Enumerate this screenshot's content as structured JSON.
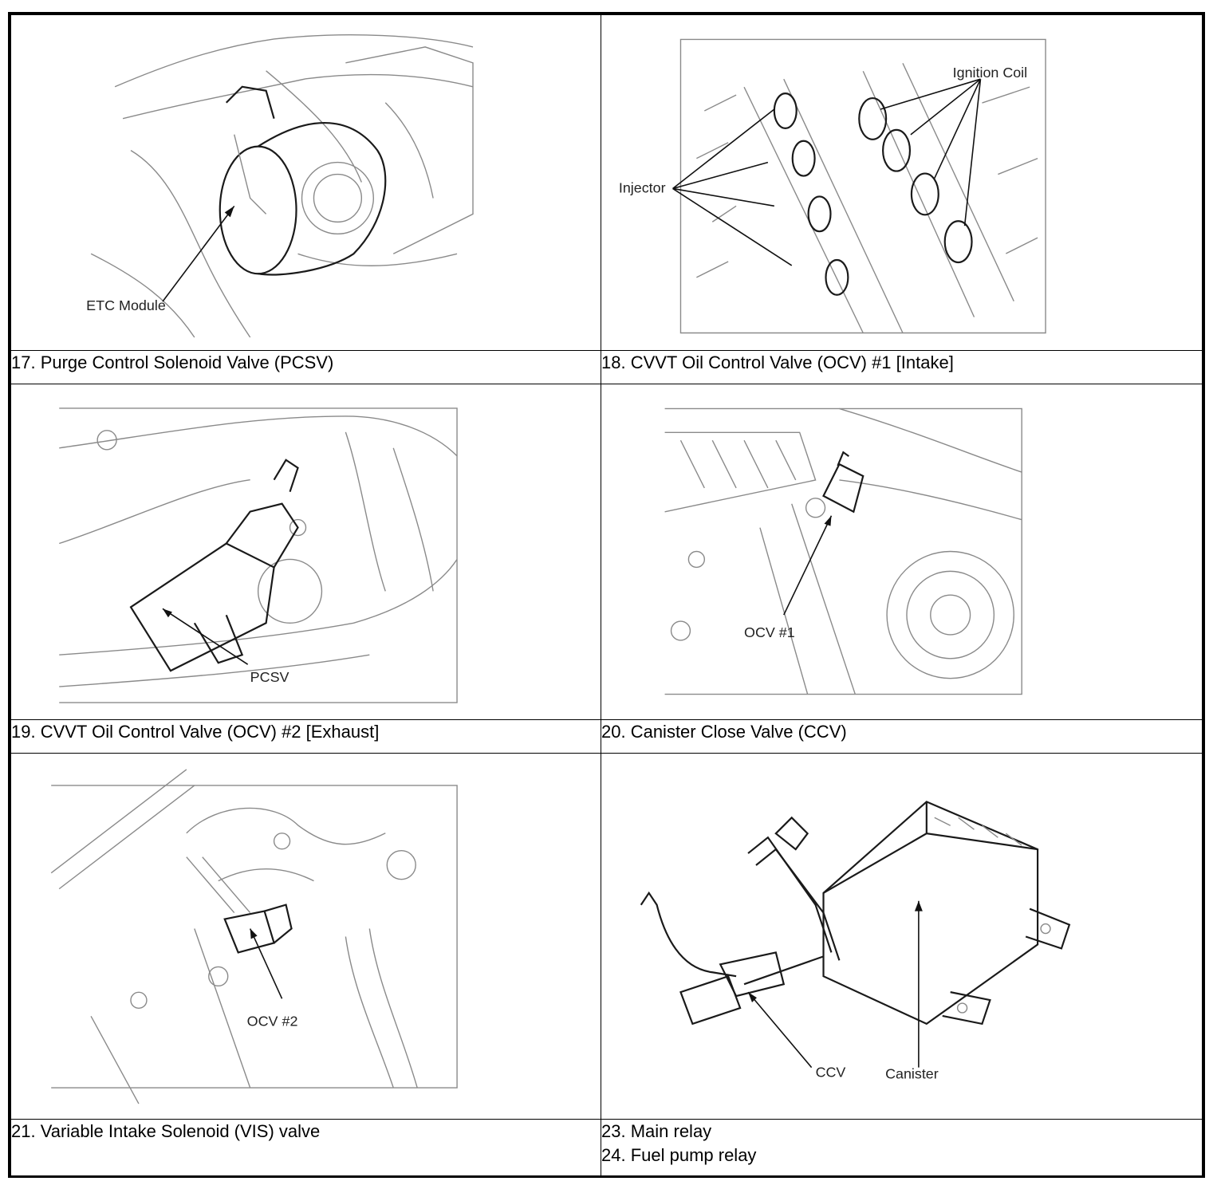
{
  "captions": {
    "r1c1": "17. Purge Control Solenoid Valve (PCSV)",
    "r1c2": "18. CVVT Oil Control Valve (OCV) #1 [Intake]",
    "r2c1": "19. CVVT Oil Control Valve (OCV) #2 [Exhaust]",
    "r2c2": "20. Canister Close Valve (CCV)",
    "r3c1": "21. Variable Intake Solenoid (VIS) valve",
    "r3c2_line1": "23. Main relay",
    "r3c2_line2": "24. Fuel pump relay"
  },
  "diagram_labels": {
    "etc_module": "ETC Module",
    "ignition_coil": "Ignition Coil",
    "injector": "Injector",
    "pcsv": "PCSV",
    "ocv1": "OCV #1",
    "ocv2": "OCV #2",
    "ccv": "CCV",
    "canister": "Canister"
  }
}
